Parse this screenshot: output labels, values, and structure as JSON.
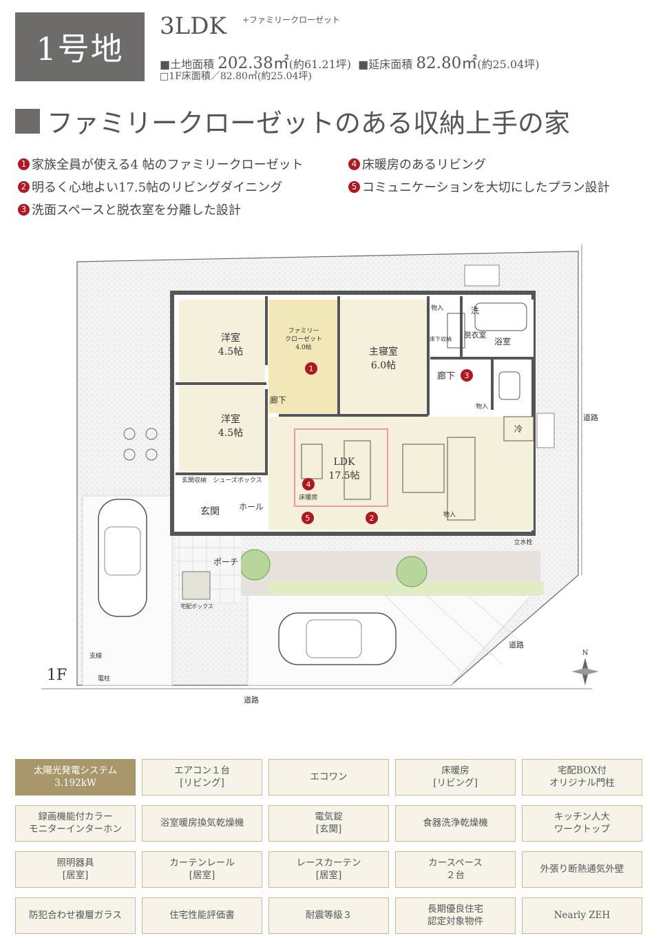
{
  "header": {
    "lot_label": "1号地",
    "plan_type": "3LDK",
    "plan_sub": "+ファミリークローゼット",
    "land_label": "■土地面積",
    "land_value": "202.38㎡",
    "land_tsubo": "(約61.21坪)",
    "floor_label": "■延床面積",
    "floor_value": "82.80㎡",
    "floor_tsubo": "(約25.04坪)",
    "first_floor_line": "□1F床面積／82.80㎡(約25.04坪)"
  },
  "headline": "ファミリークローゼットのある収納上手の家",
  "features": [
    {
      "num": "1",
      "text": "家族全員が使える4 帖のファミリークローゼット"
    },
    {
      "num": "2",
      "text": "明るく心地よい17.5帖のリビングダイニング"
    },
    {
      "num": "3",
      "text": "洗面スペースと脱衣室を分離した設計"
    },
    {
      "num": "4",
      "text": "床暖房のあるリビング"
    },
    {
      "num": "5",
      "text": "コミュニケーションを大切にしたプラン設計"
    }
  ],
  "floorplan": {
    "floor_label": "1F",
    "rooms": {
      "western1_name": "洋室",
      "western1_size": "4.5帖",
      "western2_name": "洋室",
      "western2_size": "4.5帖",
      "closet_name1": "ファミリー",
      "closet_name2": "クローゼット",
      "closet_size": "4.0帖",
      "master_name": "主寝室",
      "master_size": "6.0帖",
      "ldk_name": "LDK",
      "ldk_size": "17.5帖",
      "floor_heating": "床暖房",
      "hall_left": "廊下",
      "hall_right": "廊下",
      "wash": "洗",
      "dressing": "脱衣室",
      "bath": "浴室",
      "storage1": "物入",
      "storage2": "物入",
      "storage3": "物入",
      "underfloor": "床下収納",
      "fridge": "冷",
      "entrance_storage": "玄関収納",
      "shoes_box": "シューズボックス",
      "entrance": "玄関",
      "hall": "ホール",
      "porch": "ポーチ",
      "delivery_box": "宅配ボックス"
    },
    "roads": {
      "right": "道路",
      "diagonal": "道路",
      "bottom": "道路"
    },
    "faucet": "立水栓",
    "pole": "電柱",
    "branch": "支線",
    "north": "N"
  },
  "equipment": [
    {
      "label": "太陽光発電システム\n3.192kW",
      "highlight": true
    },
    {
      "label": "エアコン１台\n[リビング]",
      "highlight": false
    },
    {
      "label": "エコワン",
      "highlight": false
    },
    {
      "label": "床暖房\n[リビング]",
      "highlight": false
    },
    {
      "label": "宅配BOX付\nオリジナル門柱",
      "highlight": false
    },
    {
      "label": "録画機能付カラー\nモニターインターホン",
      "highlight": false
    },
    {
      "label": "浴室暖房換気乾燥機",
      "highlight": false
    },
    {
      "label": "電気錠\n[玄関]",
      "highlight": false
    },
    {
      "label": "食器洗浄乾燥機",
      "highlight": false
    },
    {
      "label": "キッチン人大\nワークトップ",
      "highlight": false
    },
    {
      "label": "照明器具\n[居室]",
      "highlight": false
    },
    {
      "label": "カーテンレール\n[居室]",
      "highlight": false
    },
    {
      "label": "レースカーテン\n[居室]",
      "highlight": false
    },
    {
      "label": "カースペース\n２台",
      "highlight": false
    },
    {
      "label": "外張り断熱通気外壁",
      "highlight": false
    },
    {
      "label": "防犯合わせ複層ガラス",
      "highlight": false
    },
    {
      "label": "住宅性能評価書",
      "highlight": false
    },
    {
      "label": "耐震等級３",
      "highlight": false
    },
    {
      "label": "長期優良住宅\n認定対象物件",
      "highlight": false
    },
    {
      "label": "Nearly ZEH",
      "highlight": false
    }
  ],
  "colors": {
    "accent_red": "#b0171f",
    "badge_gray": "#6e6b6b",
    "equip_highlight": "#a7976b",
    "equip_bg": "#f6f3e9"
  }
}
